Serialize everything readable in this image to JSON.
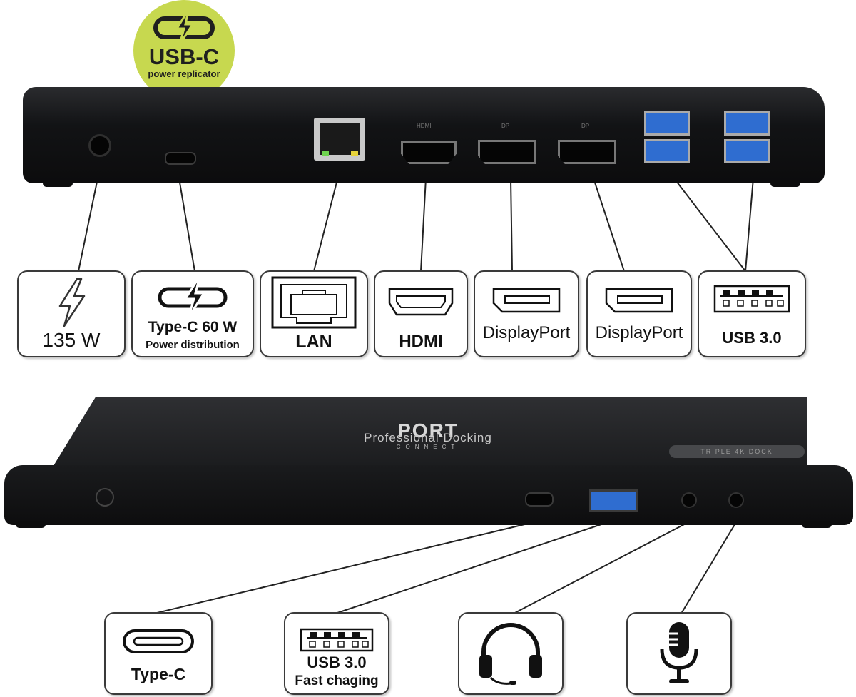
{
  "badge": {
    "title": "USB-C",
    "subtitle": "power replicator",
    "color": "#c7d84f",
    "icon": "usb-c-power-icon"
  },
  "rear_ports": {
    "hdmi_text": "HDMI",
    "dp1_text": "DP",
    "dp2_text": "DP"
  },
  "top_labels": [
    {
      "id": "power",
      "icon": "lightning-icon",
      "line1": "135 W",
      "line2": ""
    },
    {
      "id": "typec-pd",
      "icon": "usb-c-charge-icon",
      "line1": "Type-C 60 W",
      "line2": "Power distribution"
    },
    {
      "id": "lan",
      "icon": "ethernet-port-icon",
      "line1": "LAN",
      "line2": ""
    },
    {
      "id": "hdmi",
      "icon": "hdmi-port-icon",
      "line1": "HDMI",
      "line2": ""
    },
    {
      "id": "dp1",
      "icon": "displayport-icon",
      "line1": "DisplayPort",
      "line2": ""
    },
    {
      "id": "dp2",
      "icon": "displayport-icon",
      "line1": "DisplayPort",
      "line2": ""
    },
    {
      "id": "usb",
      "icon": "usb-a-port-icon",
      "line1": "USB 3.0",
      "line2": ""
    }
  ],
  "bottom_labels": [
    {
      "id": "typec",
      "icon": "usb-c-port-icon",
      "line1": "Type-C",
      "line2": ""
    },
    {
      "id": "usb-fast",
      "icon": "usb-a-port-icon",
      "line1": "USB 3.0",
      "line2": "Fast chaging"
    },
    {
      "id": "headset",
      "icon": "headset-icon",
      "line1": "",
      "line2": ""
    },
    {
      "id": "mic",
      "icon": "microphone-icon",
      "line1": "",
      "line2": ""
    }
  ],
  "front_dock": {
    "brand": "PORT",
    "brand_sub": "CONNECT",
    "model": "Professional Docking",
    "pill": "TRIPLE 4K DOCK"
  }
}
